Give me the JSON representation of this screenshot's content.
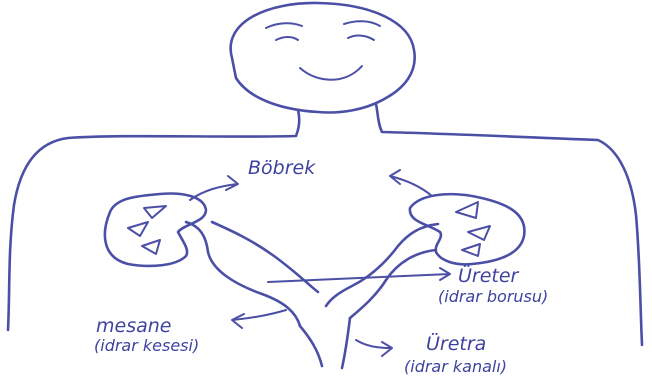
{
  "labels": {
    "kidney": "Böbrek",
    "ureter": "Üreter",
    "ureter_note": "(idrar borusu)",
    "bladder": "mesane",
    "bladder_note": "(idrar kesesi)",
    "urethra": "Üretra",
    "urethra_note": "(idrar kanalı)"
  },
  "colors": {
    "ink": "#4b4fa6",
    "paper": "#ffffff"
  }
}
